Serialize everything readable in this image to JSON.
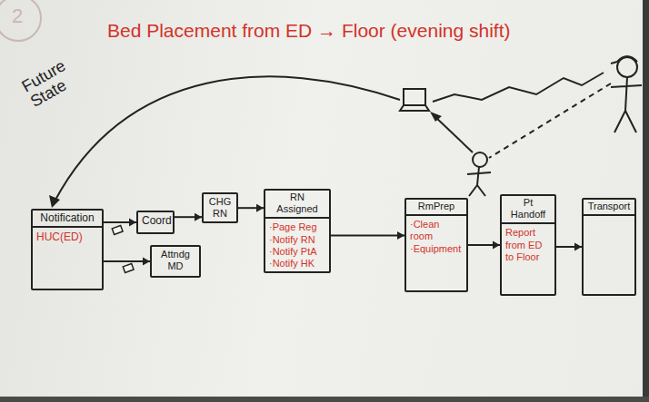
{
  "diagram": {
    "title": "Bed Placement from ED → Floor (evening shift)",
    "nodes": [
      {
        "text": [
          "Notification",
          "HUC(ED)"
        ]
      },
      {
        "text": [
          "Coord"
        ]
      },
      {
        "text": [
          "CHG RN"
        ]
      },
      {
        "text": [
          "RN Assigned",
          "·Page Reg",
          "·Notify RN",
          "·Notify PtA",
          "·Notify HK"
        ]
      },
      {
        "text": [
          "Attndg MD"
        ]
      },
      {
        "text": [
          "RmPrep",
          "·Clean room",
          "·Equipment"
        ]
      },
      {
        "text": [
          "Pt Handoff",
          "Report from ED to Floor"
        ]
      },
      {
        "text": [
          "Transport"
        ]
      }
    ],
    "edges": [
      {
        "from": 0,
        "to": 1,
        "arrow": "to"
      },
      {
        "from": 0,
        "to": 4,
        "arrow": "to"
      },
      {
        "from": 1,
        "to": 2,
        "arrow": "to"
      },
      {
        "from": 2,
        "to": 3,
        "arrow": "to"
      },
      {
        "from": 3,
        "to": 5,
        "arrow": "to"
      },
      {
        "from": 5,
        "to": 6,
        "arrow": "to"
      },
      {
        "from": 6,
        "to": 7,
        "arrow": "to"
      }
    ],
    "labels": [
      "2",
      "Future State"
    ]
  }
}
